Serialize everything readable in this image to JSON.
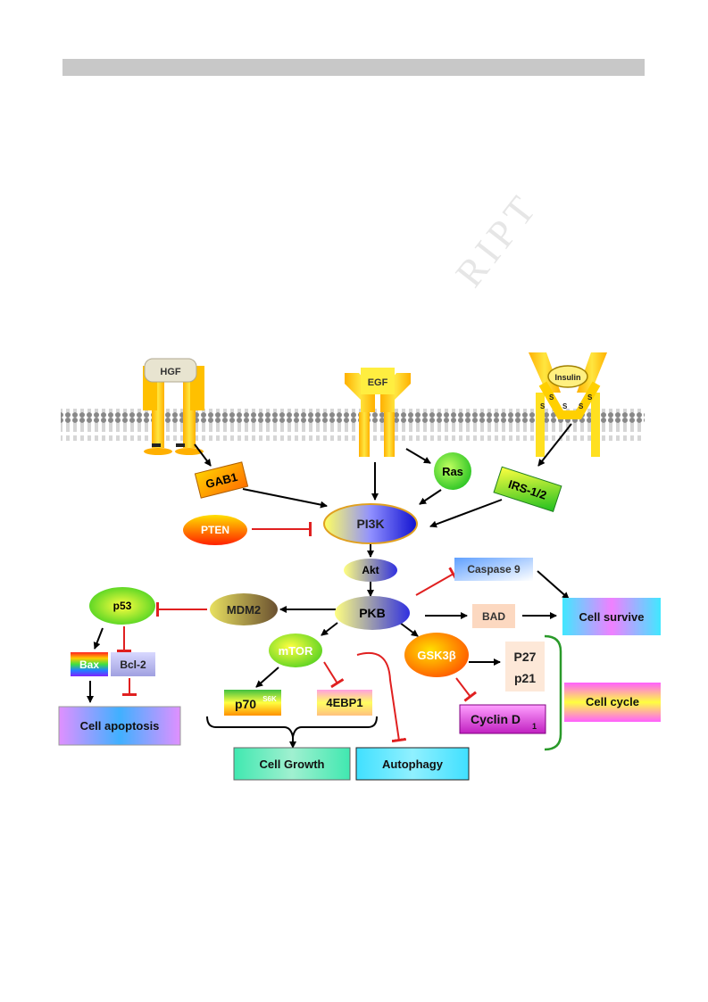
{
  "watermark": "RIPT",
  "ligands": {
    "hgf": "HGF",
    "egf": "EGF",
    "insulin": "Insulin",
    "s_label": "S"
  },
  "nodes": {
    "gab1": "GAB1",
    "ras": "Ras",
    "irs": "IRS-1/2",
    "pten": "PTEN",
    "pi3k": "PI3K",
    "akt": "Akt",
    "pkb": "PKB",
    "caspase9": "Caspase 9",
    "bad": "BAD",
    "mdm2": "MDM2",
    "p53": "p53",
    "bax": "Bax",
    "bcl2": "Bcl-2",
    "mtor": "mTOR",
    "gsk3b": "GSK3β",
    "p27": "P27",
    "p21": "p21",
    "cyclin": "Cyclin D",
    "cyclin_sub": "1",
    "p70": "p70",
    "p70_sup": "S6K",
    "ebp1": "4EBP1"
  },
  "outcomes": {
    "survive": "Cell survive",
    "apoptosis": "Cell apoptosis",
    "cycle": "Cell cycle",
    "growth": "Cell Growth",
    "autophagy": "Autophagy"
  },
  "colors": {
    "activate": "#000000",
    "inhibit": "#e02020",
    "cycle_bracket": "#2a9a2a"
  }
}
